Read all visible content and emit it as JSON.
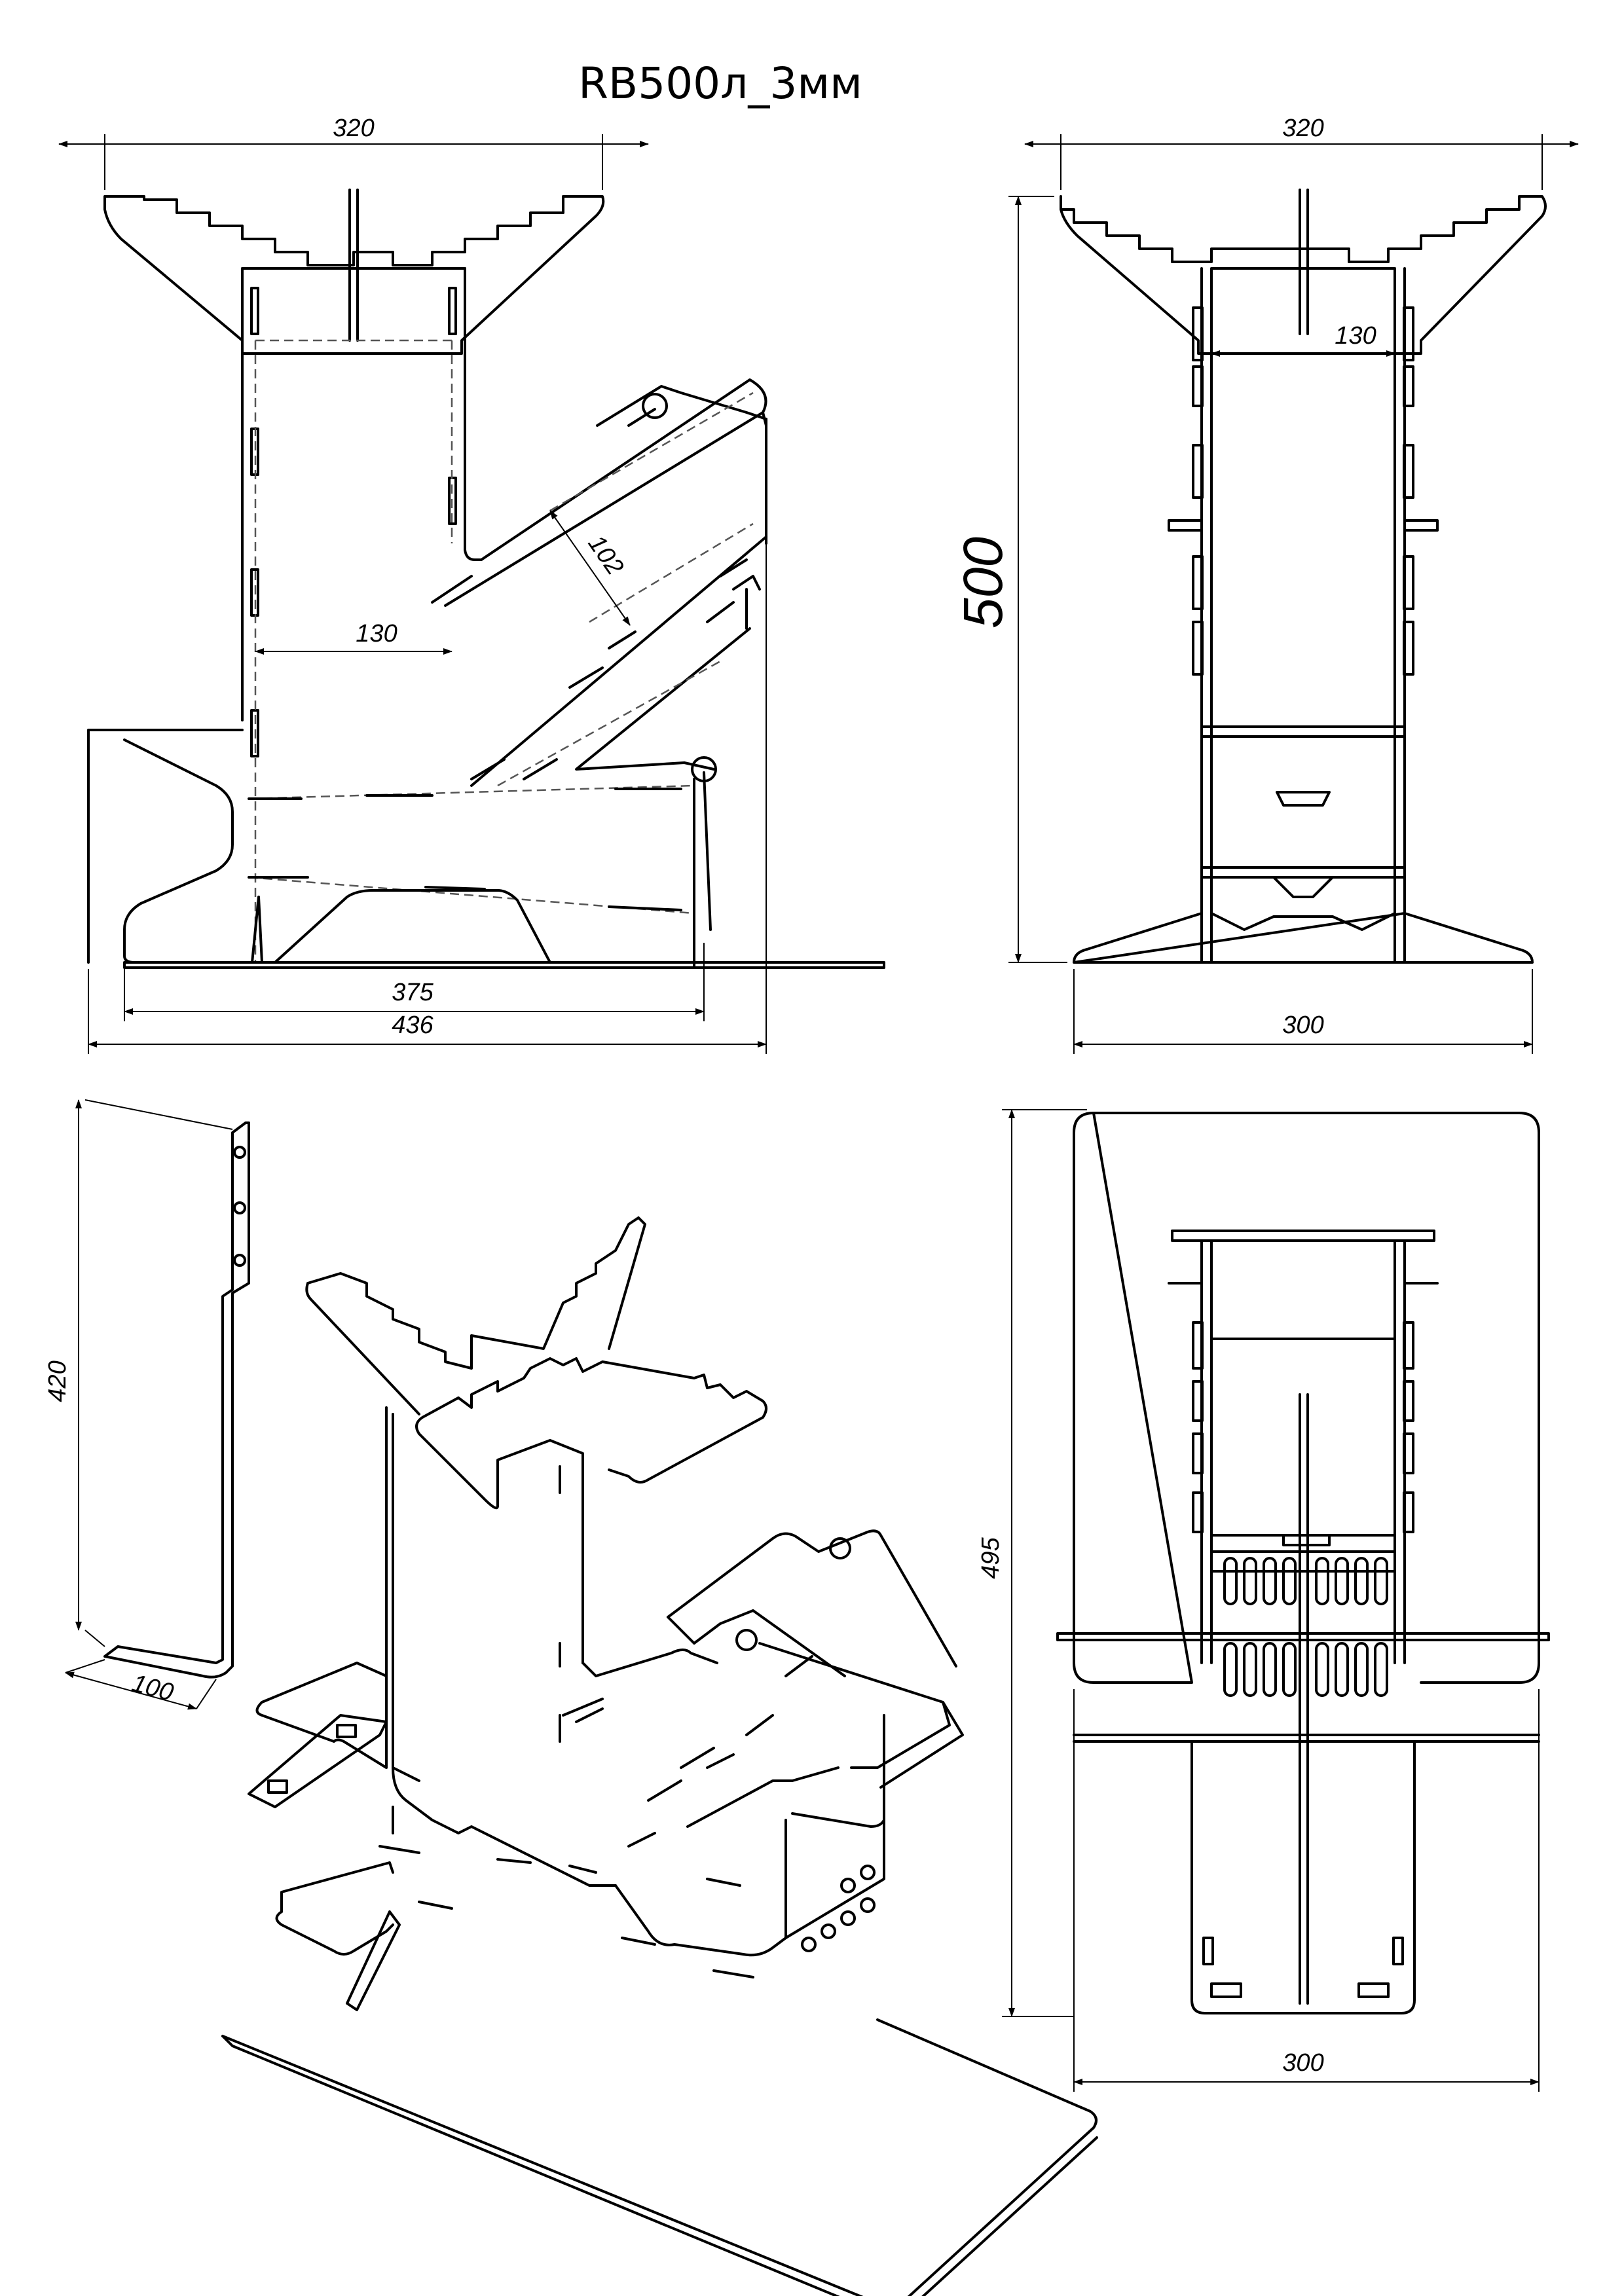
{
  "title": "RB500л_3мм",
  "dimensions": {
    "front_top_width": "320",
    "front_throat_width": "130",
    "front_feed_width": "102",
    "front_base_375": "375",
    "front_base_436": "436",
    "side_top_width": "320",
    "side_inner_width": "130",
    "side_height": "500",
    "side_base_width": "300",
    "part_height": "420",
    "part_foot": "100",
    "plan_length": "495",
    "plan_width": "300"
  }
}
